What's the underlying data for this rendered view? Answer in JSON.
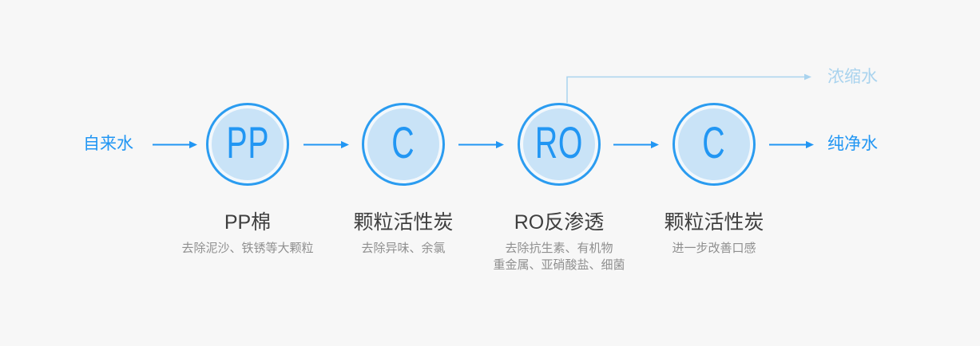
{
  "colors": {
    "background": "#f7f7f7",
    "accent_blue": "#2196f3",
    "light_blue": "#a9d3ee",
    "circle_ring": "#2b9cf0",
    "circle_gap": "#f3f8fc",
    "circle_fill": "#c9e3f7",
    "title_text": "#3f3f3f",
    "desc_text": "#8f8f8f"
  },
  "flow": {
    "source_label": "自来水",
    "output_label": "纯净水",
    "branch_label": "浓缩水"
  },
  "stages": [
    {
      "code": "PP",
      "title": "PP棉",
      "desc": [
        "去除泥沙、铁锈等大颗粒"
      ]
    },
    {
      "code": "C",
      "title": "颗粒活性炭",
      "desc": [
        "去除异味、余氯"
      ]
    },
    {
      "code": "RO",
      "title": "RO反渗透",
      "desc": [
        "去除抗生素、有机物",
        "重金属、亚硝酸盐、细菌"
      ]
    },
    {
      "code": "C",
      "title": "颗粒活性炭",
      "desc": [
        "进一步改善口感"
      ]
    }
  ]
}
